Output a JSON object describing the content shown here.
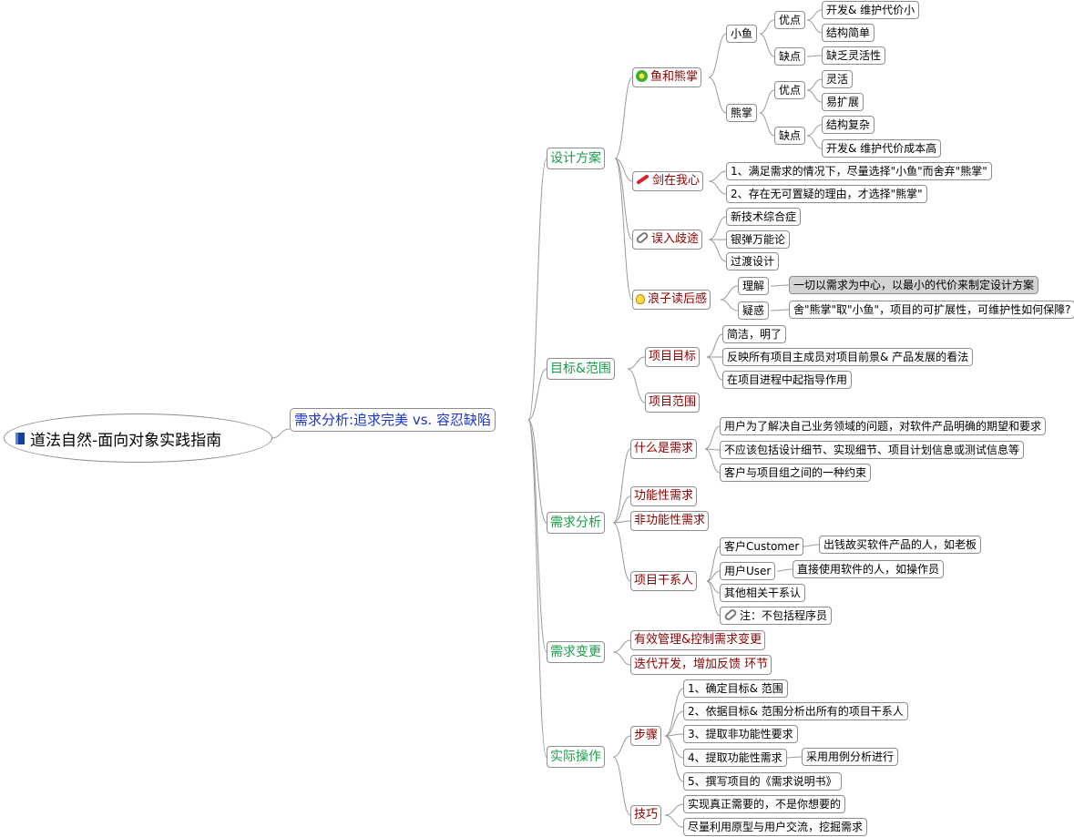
{
  "root": {
    "title": "道法自然-面向对象实践指南"
  },
  "main": {
    "title": "需求分析:追求完美 vs. 容忍缺陷"
  },
  "design": {
    "label": "设计方案",
    "fish_bear": {
      "label": "鱼和熊掌",
      "fish": {
        "label": "小鱼",
        "pros": "优点",
        "pros_items": [
          "开发& 维护代价小",
          "结构简单"
        ],
        "cons": "缺点",
        "cons_items": [
          "缺乏灵活性"
        ]
      },
      "bear": {
        "label": "熊掌",
        "pros": "优点",
        "pros_items": [
          "灵活",
          "易扩展"
        ],
        "cons": "缺点",
        "cons_items": [
          "结构复杂",
          "开发& 维护代价成本高"
        ]
      }
    },
    "sword": {
      "label": "剑在我心",
      "items": [
        "1、满足需求的情况下，尽量选择\"小鱼\"而舍弃\"熊掌\"",
        "2、存在无可置疑的理由，才选择\"熊掌\""
      ]
    },
    "astray": {
      "label": "误入歧途",
      "items": [
        "新技术综合症",
        "银弹万能论",
        "过渡设计"
      ]
    },
    "thoughts": {
      "label": "浪子读后感",
      "understand": "理解",
      "understand_text": "一切以需求为中心，以最小的代价来制定设计方案",
      "doubt": "疑惑",
      "doubt_text": "舍\"熊掌\"取\"小鱼\"，项目的可扩展性，可维护性如何保障?"
    }
  },
  "goal": {
    "label": "目标&范围",
    "project_goal": {
      "label": "项目目标",
      "items": [
        "简洁，明了",
        "反映所有项目主成员对项目前景& 产品发展的看法",
        "在项目进程中起指导作用"
      ]
    },
    "project_scope": {
      "label": "项目范围"
    }
  },
  "analysis": {
    "label": "需求分析",
    "what": {
      "label": "什么是需求",
      "items": [
        "用户为了解决自己业务领域的问题，对软件产品明确的期望和要求",
        "不应该包括设计细节、实现细节、项目计划信息或测试信息等",
        "客户与项目组之间的一种约束"
      ]
    },
    "functional": {
      "label": "功能性需求"
    },
    "nonfunctional": {
      "label": "非功能性需求"
    },
    "stakeholders": {
      "label": "项目干系人",
      "customer": "客户Customer",
      "customer_desc": "出钱故买软件产品的人，如老板",
      "user": "用户User",
      "user_desc": "直接使用软件的人，如操作员",
      "other": "其他相关干系认",
      "note": "注：不包括程序员"
    }
  },
  "change": {
    "label": "需求变更",
    "items": [
      "有效管理&控制需求变更",
      "迭代开发，增加反馈 环节"
    ]
  },
  "practice": {
    "label": "实际操作",
    "steps": {
      "label": "步骤",
      "items": [
        "1、确定目标& 范围",
        "2、依据目标& 范围分析出所有的项目干系人",
        "3、提取非功能性要求",
        "4、提取功能性需求",
        "5、撰写项目的《需求说明书》"
      ],
      "step4_detail": "采用用例分析进行"
    },
    "tips": {
      "label": "技巧",
      "items": [
        "实现真正需要的，不是你想要的",
        "尽量利用原型与用户交流，挖掘需求"
      ]
    }
  }
}
